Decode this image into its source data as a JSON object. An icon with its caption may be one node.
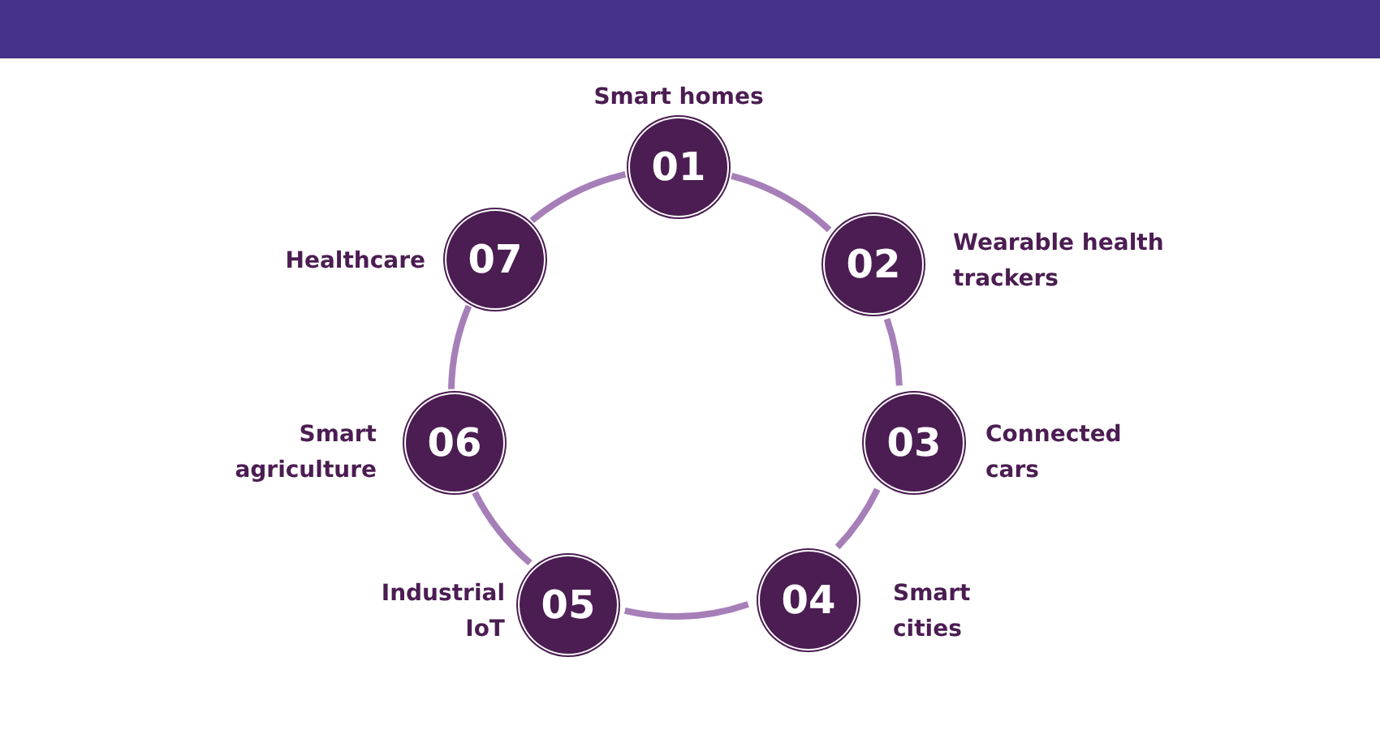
{
  "diagram": {
    "nodes": [
      {
        "text": [
          "01"
        ],
        "beside": [
          "Smart homes"
        ]
      },
      {
        "text": [
          "02"
        ],
        "beside": [
          "Wearable health trackers"
        ]
      },
      {
        "text": [
          "03"
        ],
        "beside": [
          "Connected cars"
        ]
      },
      {
        "text": [
          "04"
        ],
        "beside": [
          "Smart cities"
        ]
      },
      {
        "text": [
          "05"
        ],
        "beside": [
          "Industrial IoT"
        ]
      },
      {
        "text": [
          "06"
        ],
        "beside": [
          "Smart agriculture"
        ]
      },
      {
        "text": [
          "07"
        ],
        "beside": [
          "Healthcare"
        ]
      }
    ],
    "edges": [
      {
        "from": 0,
        "to": 1,
        "arrow": "none"
      },
      {
        "from": 1,
        "to": 2,
        "arrow": "none"
      },
      {
        "from": 2,
        "to": 3,
        "arrow": "none"
      },
      {
        "from": 3,
        "to": 4,
        "arrow": "none"
      },
      {
        "from": 4,
        "to": 5,
        "arrow": "none"
      },
      {
        "from": 5,
        "to": 6,
        "arrow": "none"
      },
      {
        "from": 6,
        "to": 0,
        "arrow": "none"
      }
    ]
  }
}
